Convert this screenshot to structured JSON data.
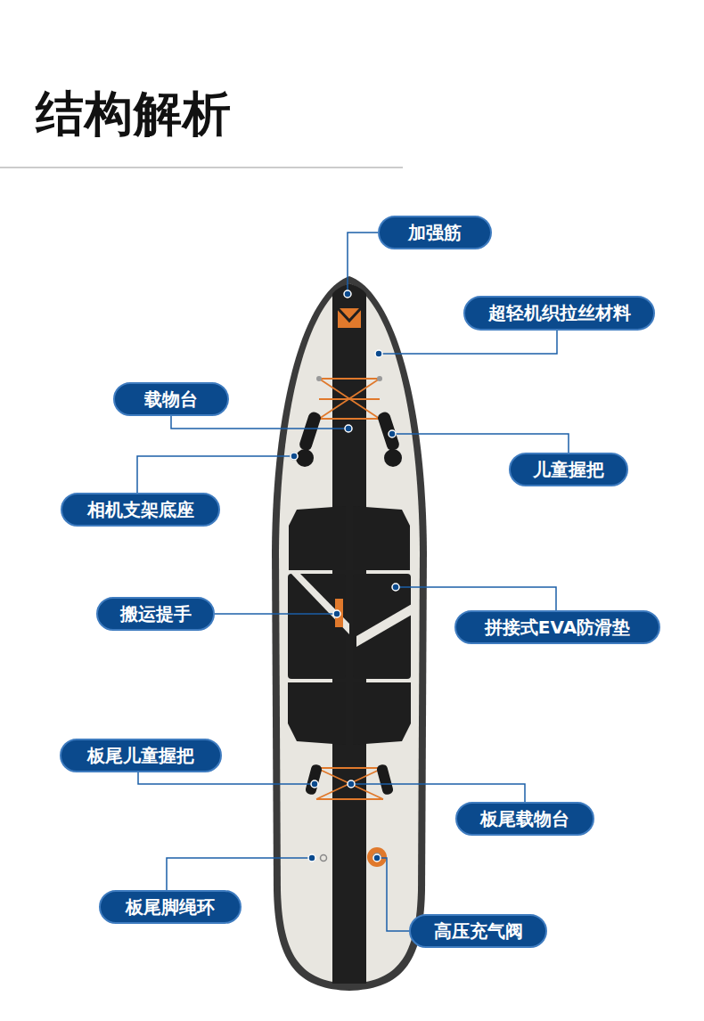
{
  "diagram": {
    "title": "结构解析",
    "nodes": [
      {
        "text": [
          "加强筋"
        ]
      },
      {
        "text": [
          "超轻机织拉丝材料"
        ]
      },
      {
        "text": [
          "载物台"
        ]
      },
      {
        "text": [
          "儿童握把"
        ]
      },
      {
        "text": [
          "相机支架底座"
        ]
      },
      {
        "text": [
          "搬运提手"
        ]
      },
      {
        "text": [
          "拼接式EVA防滑垫"
        ]
      },
      {
        "text": [
          "板尾儿童握把"
        ]
      },
      {
        "text": [
          "板尾载物台"
        ]
      },
      {
        "text": [
          "板尾脚绳环"
        ]
      },
      {
        "text": [
          "高压充气阀"
        ]
      }
    ]
  }
}
